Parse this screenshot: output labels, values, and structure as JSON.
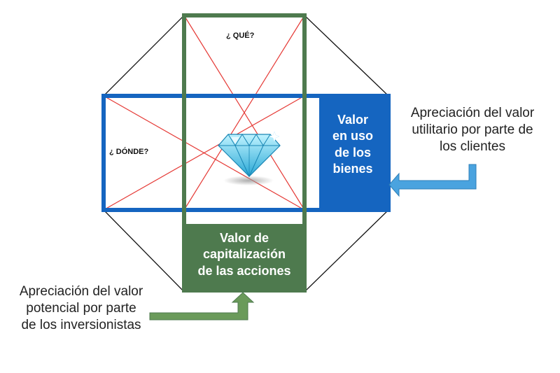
{
  "diagram": {
    "question_top": "¿ QUÉ?",
    "question_left": "¿ DÓNDE?",
    "blue_box": {
      "lines": [
        "Valor",
        "en uso",
        "de los",
        "bienes"
      ]
    },
    "green_box": {
      "lines": [
        "Valor de",
        "capitalización",
        "de las acciones"
      ]
    },
    "note_right": {
      "lines": [
        "Apreciación del valor",
        "utilitario por parte de",
        "los clientes"
      ]
    },
    "note_left": {
      "lines": [
        "Apreciación del valor",
        "potencial por parte",
        "de los inversionistas"
      ]
    },
    "center_icon": "diamond-icon",
    "colors": {
      "blue": "#1565c0",
      "green": "#4e7a4e",
      "red_lines": "#e53935",
      "arrow_blue": "#4aa3df",
      "arrow_green": "#6a9a5a"
    }
  }
}
